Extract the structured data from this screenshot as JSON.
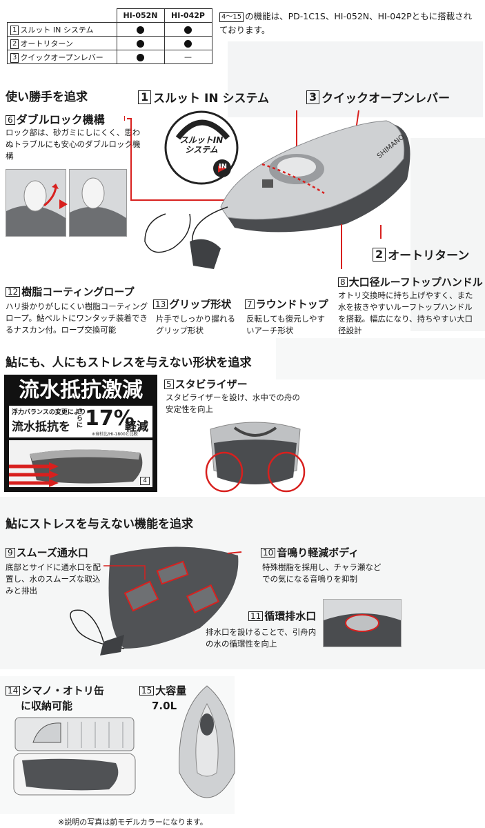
{
  "spec_table": {
    "col1": "HI-052N",
    "col2": "HI-042P",
    "rows": [
      {
        "num": "1",
        "label": "スルット IN システム",
        "v1": "dot",
        "v2": "dot",
        "v2_text": ""
      },
      {
        "num": "2",
        "label": "オートリターン",
        "v1": "dot",
        "v2": "dot",
        "v2_text": ""
      },
      {
        "num": "3",
        "label": "クイックオープンレバー",
        "v1": "dot",
        "v2": "none",
        "v2_text": "—"
      }
    ]
  },
  "intro_note": {
    "range": "4〜15",
    "text": "の機能は、PD-1C1S、HI-052N、HI-042Pともに搭載されております。"
  },
  "sec1": {
    "title": "使い勝手を追求",
    "f1": {
      "num": "1",
      "label": "スルット IN システム"
    },
    "f3": {
      "num": "3",
      "label": "クイックオープンレバー"
    },
    "f6": {
      "num": "6",
      "label": "ダブルロック機構",
      "desc": "ロック部は、砂ガミにしにくく、思わぬトラブルにも安心のダブルロック機構"
    },
    "logo": {
      "line1": "スルットIN",
      "line2": "システム",
      "badge": "IN"
    },
    "f2": {
      "num": "2",
      "label": "オートリターン"
    },
    "f8": {
      "num": "8",
      "label": "大口径ルーフトップハンドル",
      "desc": "オトリ交換時に持ち上げやすく、また水を抜きやすいルーフトップハンドルを搭載。幅広になり、持ちやすい大口径設計"
    },
    "f12": {
      "num": "12",
      "label": "樹脂コーティングロープ",
      "desc": "ハリ掛かりがしにくい樹脂コーティングロープ。鮎ベルトにワンタッチ装着できるナスカン付。ロープ交換可能"
    },
    "f13": {
      "num": "13",
      "label": "グリップ形状",
      "desc": "片手でしっかり握れるグリップ形状"
    },
    "f7": {
      "num": "7",
      "label": "ラウンドトップ",
      "desc": "反転しても復元しやすいアーチ形状"
    },
    "boat_brand": "SHIMANO"
  },
  "sec2": {
    "title": "鮎にも、人にもストレスを与えない形状を追求",
    "banner": {
      "headline": "流水抵抗激減",
      "sub_left": "浮力バランスの変更により",
      "sub_main": "流水抵抗を",
      "sub_vertical": "さらに",
      "percent": "17%",
      "reduce": "軽減",
      "footnote": "※当社比/HI-1800と比較",
      "panel_num": "4"
    },
    "f5": {
      "num": "5",
      "label": "スタビライザー",
      "desc": "スタビライザーを設け、水中での舟の安定性を向上"
    }
  },
  "sec3": {
    "title": "鮎にストレスを与えない機能を追求",
    "f9": {
      "num": "9",
      "label": "スムーズ通水口",
      "desc": "底部とサイドに通水口を配置し、水のスムーズな取込みと排出"
    },
    "f10": {
      "num": "10",
      "label": "音鳴り軽減ボディ",
      "desc": "特殊樹脂を採用し、チャラ瀬などでの気になる音鳴りを抑制"
    },
    "f11": {
      "num": "11",
      "label": "循環排水口",
      "desc": "排水口を設けることで、引舟内の水の循環性を向上"
    }
  },
  "sec4": {
    "f14": {
      "num": "14",
      "label": "シマノ・オトリ缶",
      "label2": "に収納可能"
    },
    "f15": {
      "num": "15",
      "label": "大容量",
      "capacity": "7.0L"
    },
    "footnote": "※説明の写真は前モデルカラーになります。"
  },
  "colors": {
    "accent_red": "#d8201e",
    "boat_light": "#cfd1d3",
    "boat_dark": "#4a4c4f",
    "bg_gray": "#e9ebec"
  }
}
